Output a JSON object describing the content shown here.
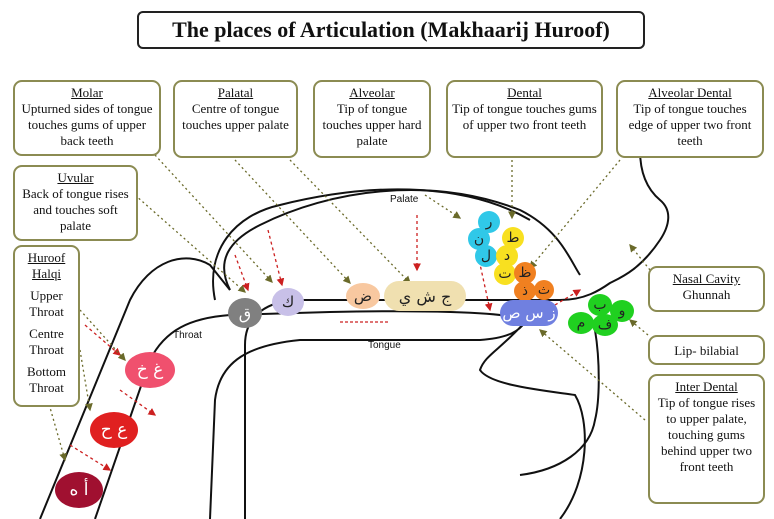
{
  "title": "The places of Articulation (Makhaarij Huroof)",
  "boxes": {
    "molar": {
      "heading": "Molar",
      "text": "Upturned sides of tongue touches gums of upper back teeth"
    },
    "palatal": {
      "heading": "Palatal",
      "text": "Centre of tongue touches upper palate"
    },
    "alveolar": {
      "heading": "Alveolar",
      "text": "Tip of tongue touches upper hard palate"
    },
    "dental": {
      "heading": "Dental",
      "text": "Tip of tongue touches gums of upper two front teeth"
    },
    "alveolar_dental": {
      "heading": "Alveolar Dental",
      "text": "Tip of tongue touches edge of upper two front teeth"
    },
    "uvular": {
      "heading": "Uvular",
      "text": "Back of tongue rises and touches soft palate"
    },
    "huroof_halqi": {
      "heading": "Huroof Halqi",
      "upper": "Upper Throat",
      "centre": "Centre Throat",
      "bottom": "Bottom Throat"
    },
    "nasal": {
      "heading": "Nasal Cavity",
      "text": "Ghunnah"
    },
    "lip": {
      "text": "Lip- bilabial"
    },
    "inter_dental": {
      "heading": "Inter Dental",
      "text": "Tip of tongue rises to upper palate, touching gums behind upper two front teeth"
    }
  },
  "labels": {
    "palate": "Palate",
    "throat": "Throat",
    "tongue": "Tongue"
  },
  "letters": {
    "upper_throat": "غ خ",
    "centre_throat": "ع ح",
    "bottom_throat": "أ ه",
    "uvular": "ق",
    "molar": "ك",
    "alveolar_side": "ض",
    "palatal": "ج ش ي",
    "dental_r": "ر",
    "dental_n": "ن",
    "dental_l": "ل",
    "ta": "ط",
    "dal": "د",
    "taa": "ت",
    "zaa": "ظ",
    "thaal": "ذ",
    "thaa": "ث",
    "zay_seen_saad": "ز س ص",
    "waw": "و",
    "baa": "ب",
    "meem": "م",
    "faa": "ف"
  },
  "colors": {
    "box_border": "#8b8b52",
    "upper_throat": "#f0506e",
    "centre_throat": "#e02020",
    "bottom_throat": "#a01030",
    "uvular": "#808080",
    "molar": "#c8c0e8",
    "alveolar_side": "#f8c8a0",
    "palatal": "#f0e0b0",
    "dental_rnl": "#30c8e8",
    "yellow": "#f8e020",
    "orange": "#f08020",
    "purple": "#7080e0",
    "green": "#20d020"
  }
}
